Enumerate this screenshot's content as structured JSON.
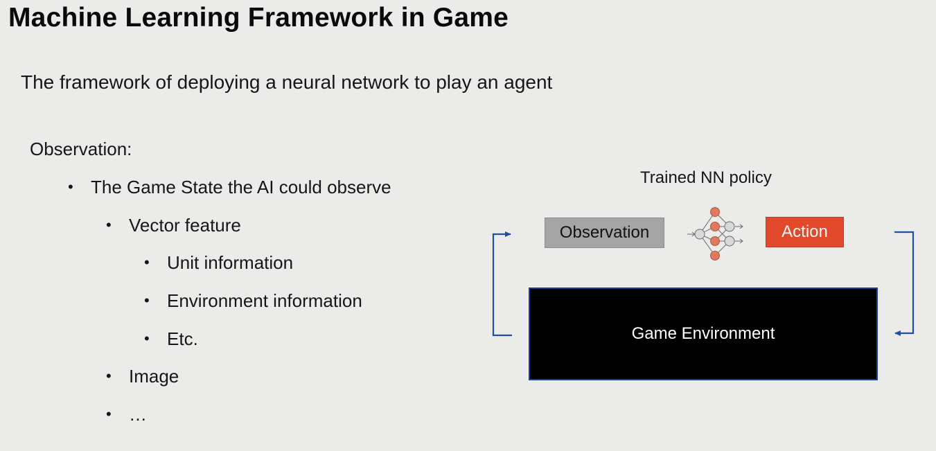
{
  "slide": {
    "title": "Machine Learning Framework in Game",
    "subtitle": "The framework of deploying a neural network to play an agent"
  },
  "observation": {
    "heading": "Observation:",
    "bullet_glyph": "•",
    "items": [
      {
        "label": "The Game State the AI could observe",
        "level": 1
      },
      {
        "label": "Vector feature",
        "level": 2
      },
      {
        "label": "Unit information",
        "level": 3
      },
      {
        "label": "Environment information",
        "level": 3
      },
      {
        "label": "Etc.",
        "level": 3
      },
      {
        "label": "Image",
        "level": 2
      },
      {
        "label": "…",
        "level": 2
      }
    ]
  },
  "diagram": {
    "caption": "Trained NN policy",
    "observation_label": "Observation",
    "action_label": "Action",
    "environment_label": "Game Environment",
    "icons": [
      "neural-network-icon"
    ],
    "colors": {
      "background": "#ebebea",
      "observation_box": "#a5a5a5",
      "action_box": "#e2492a",
      "environment_box": "#000000",
      "arrow": "#1f4fa0",
      "nn_highlight_node": "#e07a5f"
    }
  }
}
